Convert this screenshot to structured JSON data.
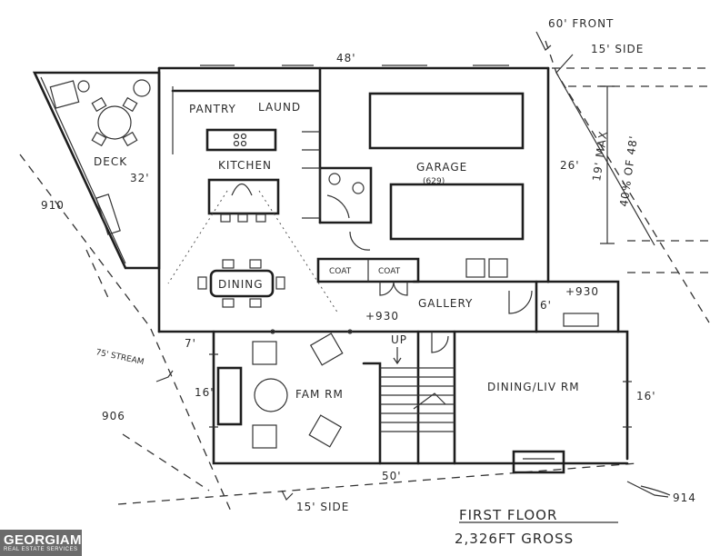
{
  "dimensions": {
    "top_width": "48'",
    "bottom_width": "50'",
    "front_setback": "60' FRONT",
    "side_setback_top": "15' SIDE",
    "side_setback_bottom": "15' SIDE",
    "garage_depth": "26'",
    "max_height": "19' MAX",
    "max_height_pct": "40% OF 48'",
    "deck_depth": "32'",
    "stream_buffer": "75' STREAM",
    "seven": "7'",
    "fam_left": "16'",
    "liv_right": "16'",
    "gallery_width": "6'"
  },
  "elevations": {
    "e910": "910",
    "e906": "906",
    "e914": "914",
    "e930_center": "+930",
    "e930_right": "+930"
  },
  "rooms": {
    "deck": "DECK",
    "pantry": "PANTRY",
    "laundry": "LAUND",
    "kitchen": "KITCHEN",
    "garage": "GARAGE",
    "garage_area": "(629)",
    "dining": "DINING",
    "coat1": "COAT",
    "coat2": "COAT",
    "gallery": "GALLERY",
    "fam_rm": "FAM RM",
    "dining_liv": "DINING/LIV RM",
    "up": "UP"
  },
  "title": {
    "line1": "FIRST FLOOR",
    "line2": "2,326FT GROSS"
  },
  "logo": {
    "name": "GEORGIAMLS",
    "tagline": "REAL ESTATE SERVICES"
  }
}
